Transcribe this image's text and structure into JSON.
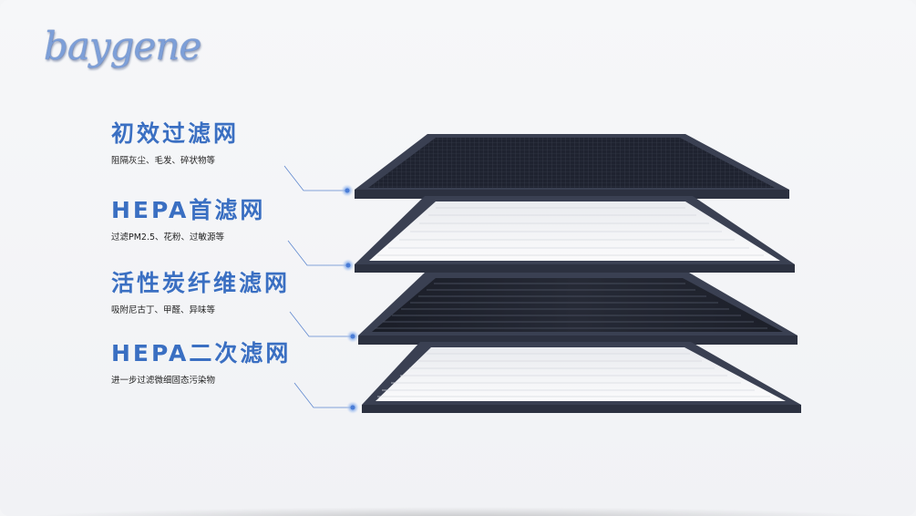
{
  "brand": {
    "logo_text": "baygene"
  },
  "colors": {
    "accent": "#3a6fc2",
    "frame": "#353b4c",
    "frame_top": "#4a5165",
    "dark_mesh": "#1f2330",
    "white_pleat": "#f2f3f6",
    "carbon_pleat": "#2b2f3a"
  },
  "layers": [
    {
      "title": "初效过滤网",
      "description": "阻隔灰尘、毛发、碎状物等",
      "fill": "grid"
    },
    {
      "title": "HEPA首滤网",
      "description": "过滤PM2.5、花粉、过敏源等",
      "fill": "white"
    },
    {
      "title": "活性炭纤维滤网",
      "description": "吸附尼古丁、甲醛、异味等",
      "fill": "carbon"
    },
    {
      "title": "HEPA二次滤网",
      "description": "进一步过滤微细固态污染物",
      "fill": "white"
    }
  ]
}
